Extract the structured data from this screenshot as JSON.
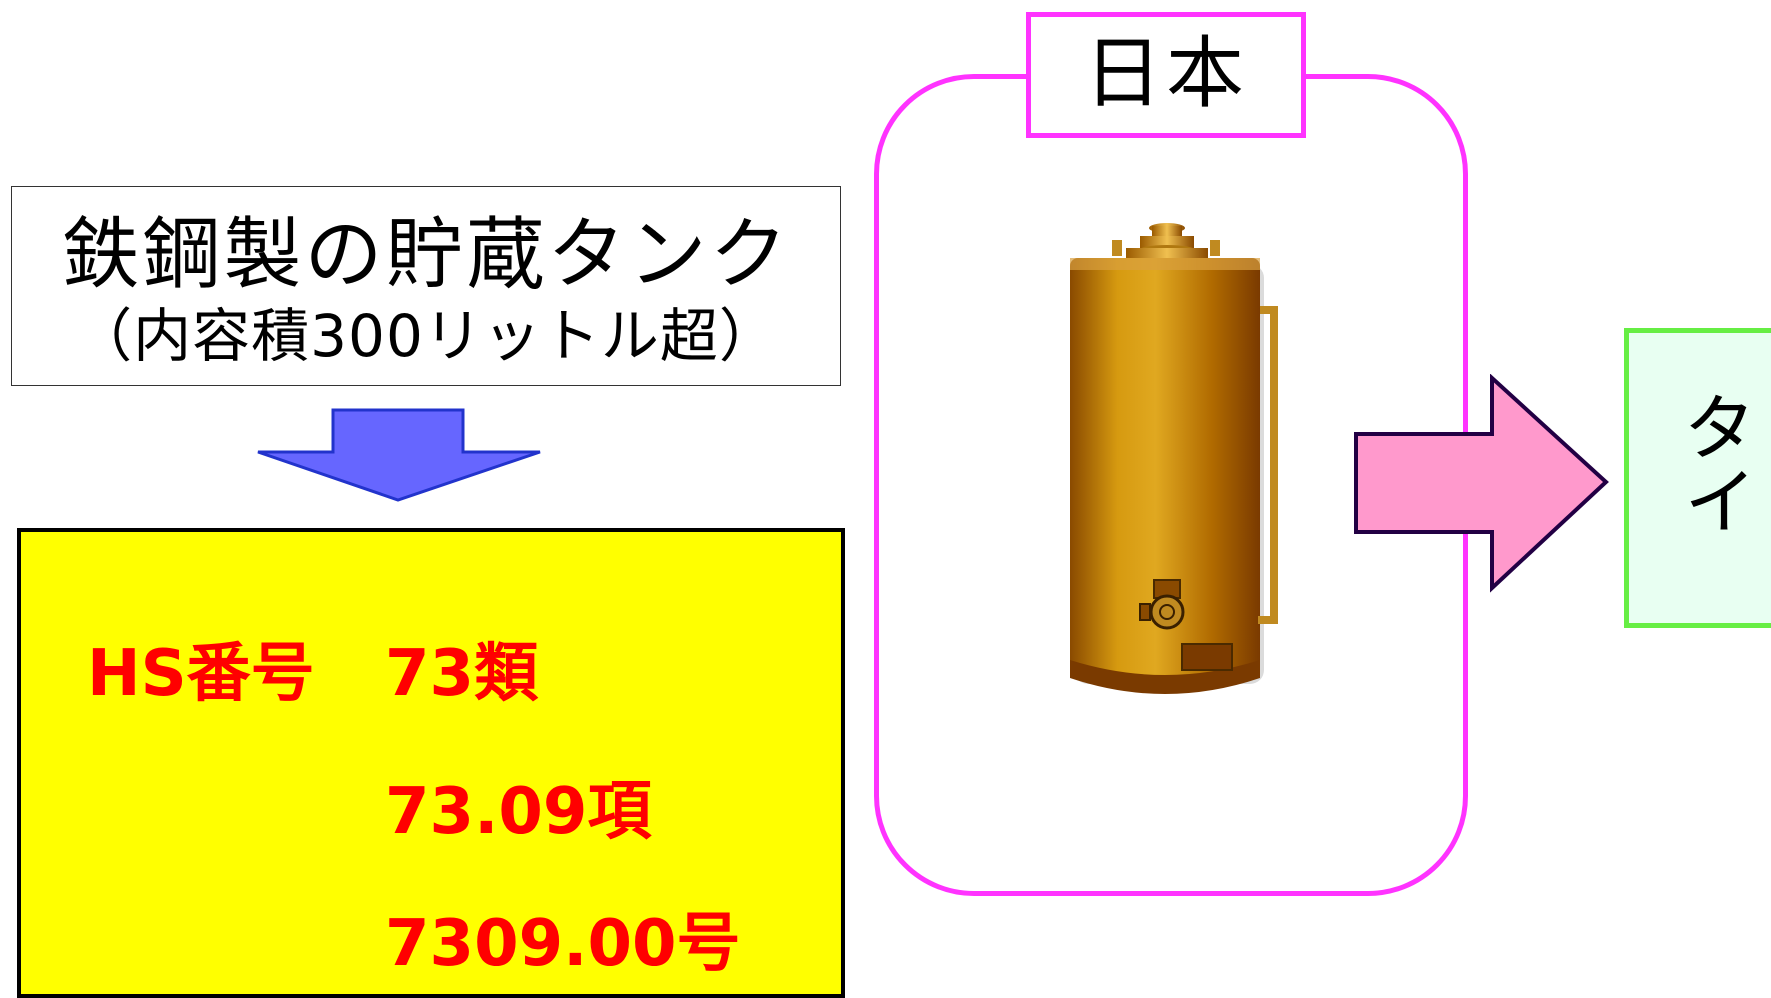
{
  "product": {
    "name": "鉄鋼製の貯蔵タンク",
    "condition": "（内容積300リットル超）"
  },
  "hs": {
    "label": "HS番号",
    "chapter": "73類",
    "heading": "73.09項",
    "subheading": "7309.00号"
  },
  "origin": {
    "label": "日本"
  },
  "destination": {
    "label": "タイ"
  },
  "colors": {
    "hs_box_bg": "#ffff00",
    "hs_text": "#ff0000",
    "japan_frame": "#ff33ff",
    "arrow_fill": "#ff99cc",
    "thai_border": "#66ee44",
    "down_arrow": "#6666ff"
  }
}
